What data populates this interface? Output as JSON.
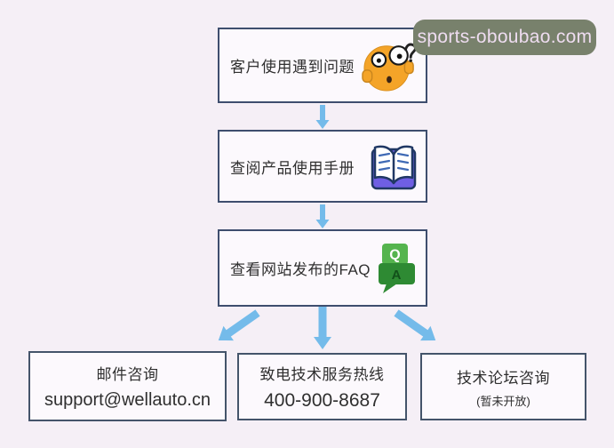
{
  "watermark": {
    "text": "sports-oboubao.com"
  },
  "flow": {
    "steps": [
      {
        "label": "客户使用遇到问题",
        "icon": "confused-face-icon"
      },
      {
        "label": "查阅产品使用手册",
        "icon": "open-book-icon"
      },
      {
        "label": "查看网站发布的FAQ",
        "icon": "qa-bubbles-icon"
      }
    ],
    "faq_icon": {
      "q": "Q",
      "a": "A"
    },
    "channels": [
      {
        "title": "邮件咨询",
        "detail": "support@wellauto.cn"
      },
      {
        "title": "致电技术服务热线",
        "detail": "400-900-8687"
      },
      {
        "title": "技术论坛咨询",
        "detail": "(暂未开放)"
      }
    ]
  },
  "colors": {
    "background": "#f5eff6",
    "box_fill": "#fcf9fd",
    "step_box_border": "#3e4e6e",
    "channel_box_border": "#44546a",
    "arrow_blue": "#74bbea",
    "watermark_bg": "#78816c",
    "watermark_text": "#eedcf0",
    "face_orange": "#f4a428",
    "book_purple": "#6f5fe3",
    "book_outline": "#203864",
    "q_bubble_green": "#55b44e",
    "a_bubble_green": "#2e8a33",
    "text": "#2f2f2f"
  }
}
